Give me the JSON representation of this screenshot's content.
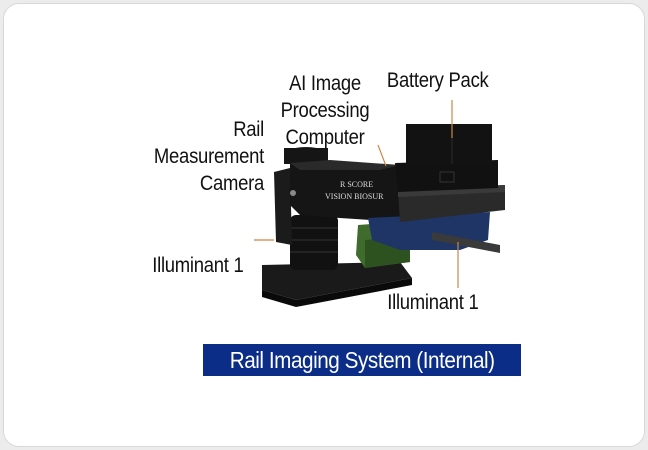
{
  "labels": {
    "computer": [
      "AI Image",
      "Processing",
      "Computer"
    ],
    "battery": "Battery Pack",
    "camera": [
      "Rail",
      "Measurement",
      "Camera"
    ],
    "illuminant_left": "Illuminant 1",
    "illuminant_right": "Illuminant 1"
  },
  "device_text": [
    "R SCORE",
    "VISION BIOSUR"
  ],
  "banner": "Rail Imaging System (Internal)",
  "colors": {
    "banner": "#0b2d88",
    "leader": "#c8894a",
    "green": "#3f6b2c",
    "blue": "#1e3566"
  }
}
